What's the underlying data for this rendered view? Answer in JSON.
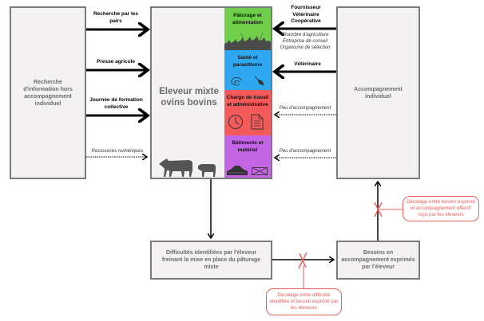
{
  "left_box": {
    "text": "Recherche d'information hors accompagnement individuel"
  },
  "center_box": {
    "title_line1": "Eleveur mixte",
    "title_line2": "ovins bovins"
  },
  "right_box": {
    "text": "Accompagnement individuel"
  },
  "difficulties_box": {
    "text": "Difficultés identifiées par l'éleveur freinant la mise en place du pâturage mixte"
  },
  "needs_box": {
    "text": "Besoins en accompagnement exprimés par l'éleveur"
  },
  "left_arrows": [
    {
      "label": "Recherche par les pairs",
      "style": "solid"
    },
    {
      "label": "Presse agricole",
      "style": "solid"
    },
    {
      "label": "Journée de formation collective",
      "style": "solid"
    },
    {
      "label": "Ressources numériques",
      "style": "dotted"
    }
  ],
  "right_arrows": [
    {
      "label": "Fournisseur Vétérinaire Coopérative",
      "sublabel": "Chambre d'agriculture Entreprise de conseil Organisme de sélection",
      "style": "solid"
    },
    {
      "label": "Vétérinaire",
      "style": "solid"
    },
    {
      "label": "Peu d'accompagnement",
      "style": "dotted"
    },
    {
      "label": "Peu d'accompagnement",
      "style": "dotted"
    }
  ],
  "panels": [
    {
      "title": "Pâturage et alimentation",
      "color": "#6fcf4a",
      "icon": "grass-icon"
    },
    {
      "title": "Santé et parasitisme",
      "color": "#2fa8f2",
      "icon": "parasite-syringe-icon"
    },
    {
      "title": "Charge de travail et administrative",
      "color": "#f45a5a",
      "icon": "clock-document-icon"
    },
    {
      "title": "Bâtiments et matériel",
      "color": "#c465e6",
      "icon": "barn-gate-icon"
    }
  ],
  "notes": {
    "gap_difficulty_need": "Décalage entre difficulté identifiée et besoin exprimé par les éleveurs",
    "gap_need_support": "Décalage entre besoin exprimé et accompagnement effectif reçu par les éleveurs"
  },
  "colors": {
    "box_fill": "#f3f1f2",
    "box_border": "#7a7a7a",
    "warning": "#e8615d"
  }
}
